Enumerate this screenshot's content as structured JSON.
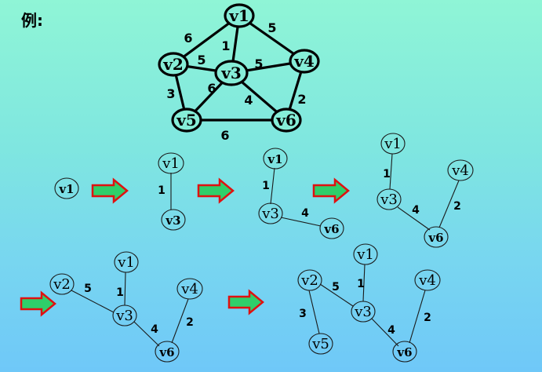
{
  "example_label": "例:",
  "nodes": {
    "v1": "v1",
    "v2": "v2",
    "v3": "v3",
    "v4": "v4",
    "v5": "v5",
    "v6": "v6"
  },
  "weights": {
    "v1_v2": "6",
    "v1_v3": "1",
    "v1_v4": "5",
    "v2_v3": "5",
    "v3_v4": "5",
    "v2_v5": "3",
    "v3_v5": "6",
    "v3_v6": "4",
    "v4_v6": "2",
    "v5_v6": "6"
  }
}
